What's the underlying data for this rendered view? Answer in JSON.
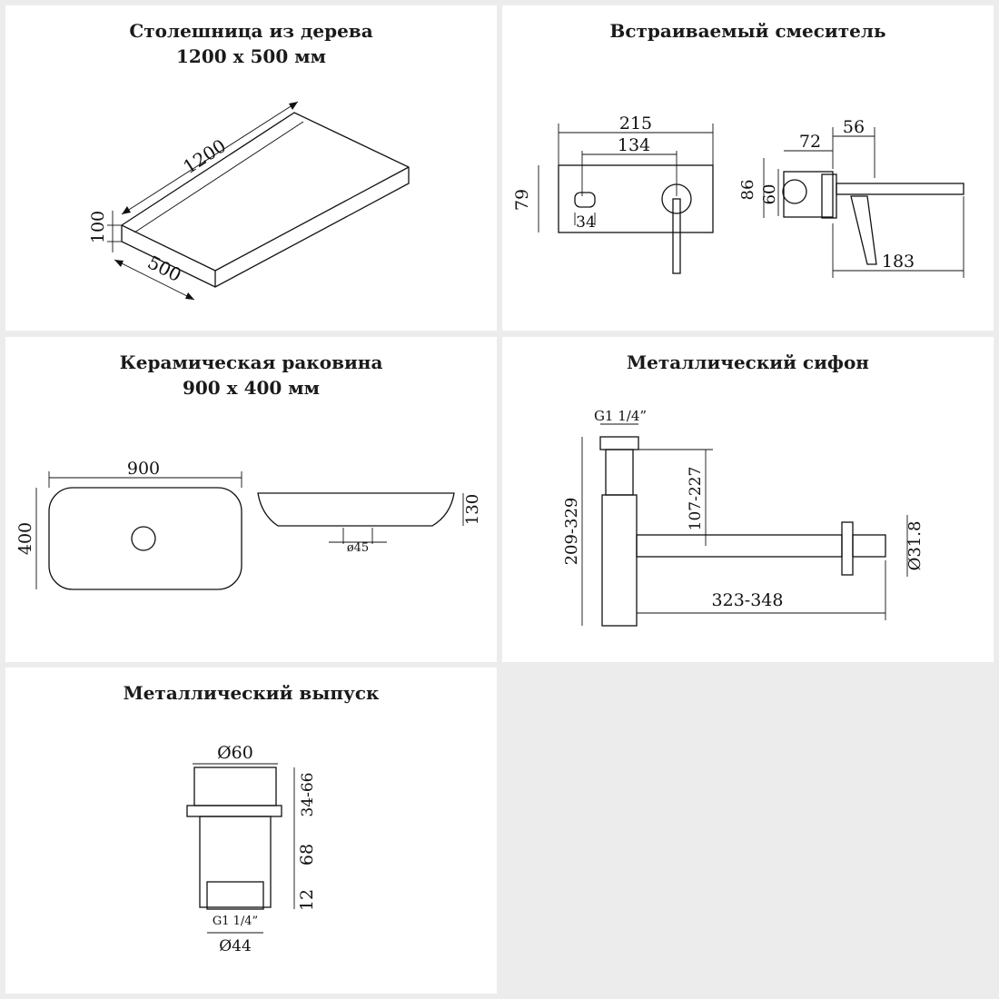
{
  "panels": [
    {
      "title_line1": "Столешница из дерева",
      "title_line2": "1200 x 500 мм",
      "dims": {
        "length": "1200",
        "height": "100",
        "depth": "500"
      }
    },
    {
      "title_line1": "Встраиваемый смеситель",
      "dims": {
        "w_total": "215",
        "w_inner": "134",
        "h_plate": "79",
        "w_lever": "34",
        "depth_a": "56",
        "depth_b": "72",
        "h_a": "86",
        "h_b": "60",
        "spout": "183"
      }
    },
    {
      "title_line1": "Керамическая раковина",
      "title_line2": "900 x 400 мм",
      "dims": {
        "width": "900",
        "depth": "400",
        "height": "130",
        "drain": "ø45"
      }
    },
    {
      "title_line1": "Металлический сифон",
      "dims": {
        "thread": "G1 1/4”",
        "h_total": "209-329",
        "h_outlet": "107-227",
        "length": "323-348",
        "pipe_d": "Ø31.8"
      }
    },
    {
      "title_line1": "Металлический выпуск",
      "dims": {
        "top_d": "Ø60",
        "h_top": "34-66",
        "h_body": "68",
        "h_thread": "12",
        "thread": "G1 1/4”",
        "bottom_d": "Ø44"
      }
    }
  ]
}
